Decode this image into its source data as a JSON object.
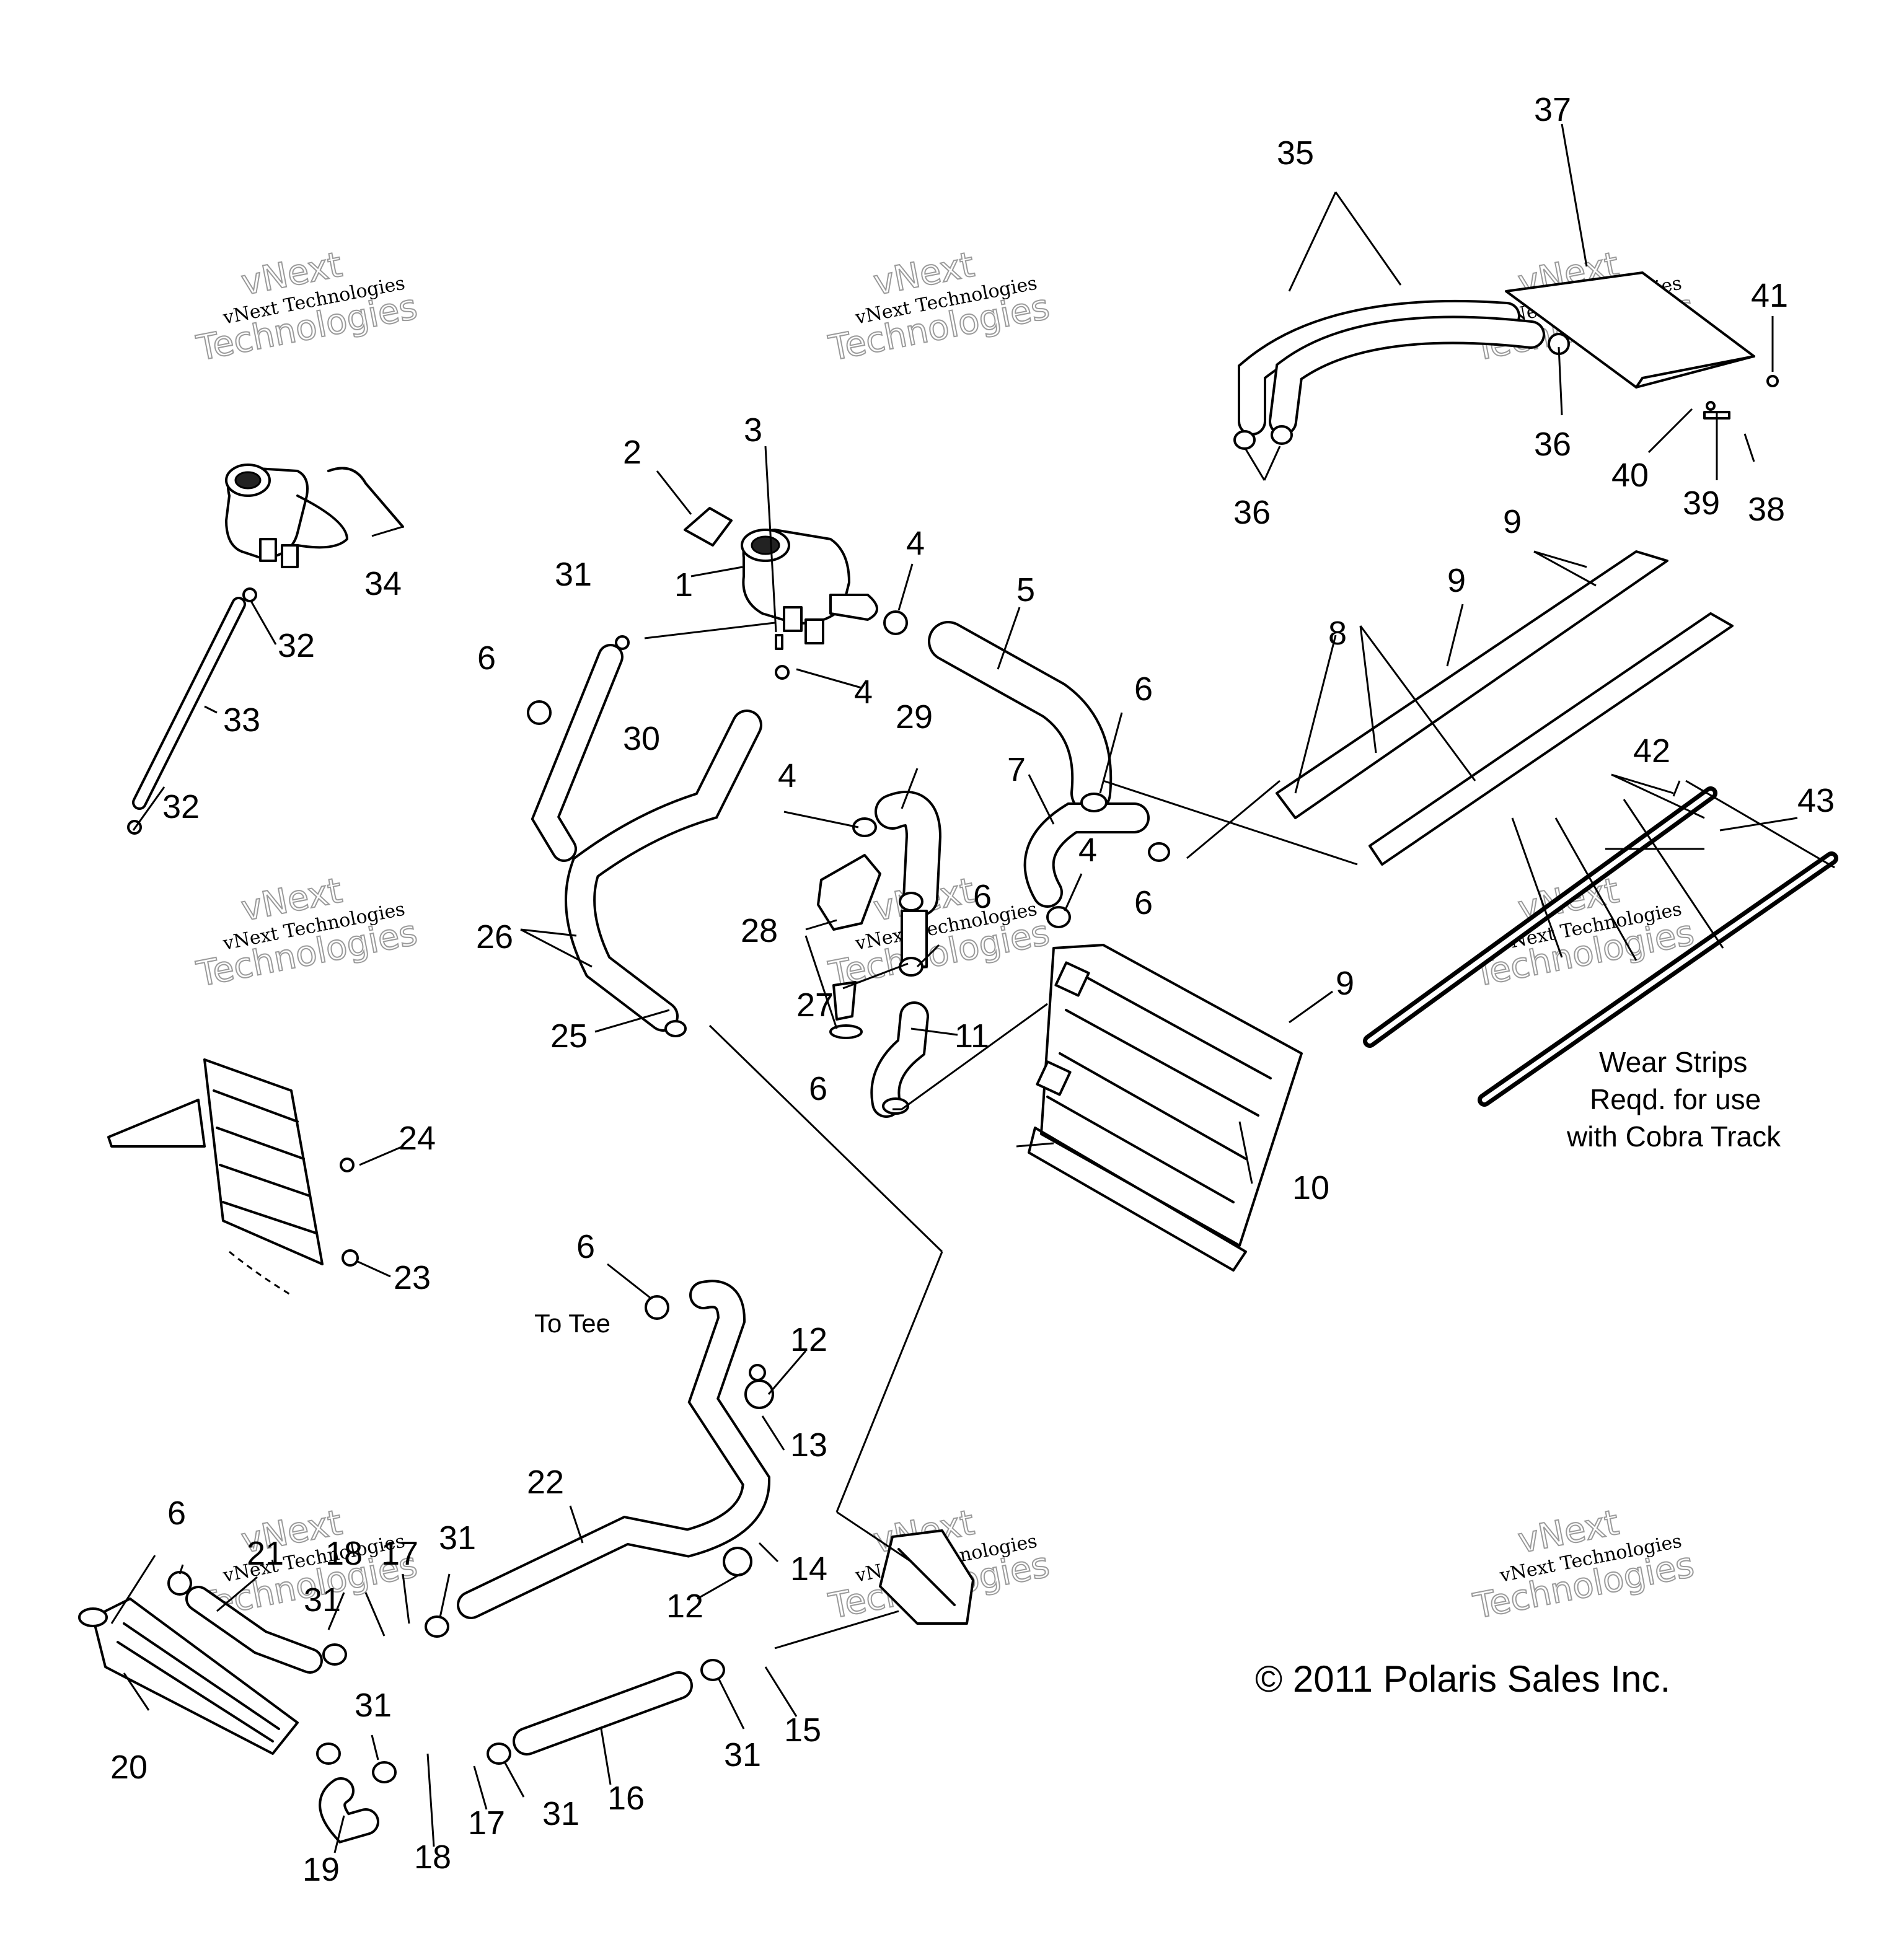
{
  "callouts": [
    {
      "id": "c1",
      "label": "1"
    },
    {
      "id": "c2",
      "label": "2"
    },
    {
      "id": "c3",
      "label": "3"
    },
    {
      "id": "c4a",
      "label": "4"
    },
    {
      "id": "c4b",
      "label": "4"
    },
    {
      "id": "c4c",
      "label": "4"
    },
    {
      "id": "c4d",
      "label": "4"
    },
    {
      "id": "c5",
      "label": "5"
    },
    {
      "id": "c6a",
      "label": "6"
    },
    {
      "id": "c6b",
      "label": "6"
    },
    {
      "id": "c6c",
      "label": "6"
    },
    {
      "id": "c6d",
      "label": "6"
    },
    {
      "id": "c6e",
      "label": "6"
    },
    {
      "id": "c6f",
      "label": "6"
    },
    {
      "id": "c6g",
      "label": "6"
    },
    {
      "id": "c7",
      "label": "7"
    },
    {
      "id": "c8",
      "label": "8"
    },
    {
      "id": "c9a",
      "label": "9"
    },
    {
      "id": "c9b",
      "label": "9"
    },
    {
      "id": "c9c",
      "label": "9"
    },
    {
      "id": "c10",
      "label": "10"
    },
    {
      "id": "c11",
      "label": "11"
    },
    {
      "id": "c12a",
      "label": "12"
    },
    {
      "id": "c12b",
      "label": "12"
    },
    {
      "id": "c13",
      "label": "13"
    },
    {
      "id": "c14",
      "label": "14"
    },
    {
      "id": "c15",
      "label": "15"
    },
    {
      "id": "c16",
      "label": "16"
    },
    {
      "id": "c17a",
      "label": "17"
    },
    {
      "id": "c17b",
      "label": "17"
    },
    {
      "id": "c18a",
      "label": "18"
    },
    {
      "id": "c18b",
      "label": "18"
    },
    {
      "id": "c19",
      "label": "19"
    },
    {
      "id": "c20",
      "label": "20"
    },
    {
      "id": "c21",
      "label": "21"
    },
    {
      "id": "c22",
      "label": "22"
    },
    {
      "id": "c23",
      "label": "23"
    },
    {
      "id": "c24",
      "label": "24"
    },
    {
      "id": "c25",
      "label": "25"
    },
    {
      "id": "c26",
      "label": "26"
    },
    {
      "id": "c27",
      "label": "27"
    },
    {
      "id": "c28",
      "label": "28"
    },
    {
      "id": "c29",
      "label": "29"
    },
    {
      "id": "c30",
      "label": "30"
    },
    {
      "id": "c31a",
      "label": "31"
    },
    {
      "id": "c31b",
      "label": "31"
    },
    {
      "id": "c31c",
      "label": "31"
    },
    {
      "id": "c31d",
      "label": "31"
    },
    {
      "id": "c31e",
      "label": "31"
    },
    {
      "id": "c31f",
      "label": "31"
    },
    {
      "id": "c32a",
      "label": "32"
    },
    {
      "id": "c32b",
      "label": "32"
    },
    {
      "id": "c33",
      "label": "33"
    },
    {
      "id": "c34",
      "label": "34"
    },
    {
      "id": "c35",
      "label": "35"
    },
    {
      "id": "c36a",
      "label": "36"
    },
    {
      "id": "c36b",
      "label": "36"
    },
    {
      "id": "c37",
      "label": "37"
    },
    {
      "id": "c38",
      "label": "38"
    },
    {
      "id": "c39",
      "label": "39"
    },
    {
      "id": "c40",
      "label": "40"
    },
    {
      "id": "c41",
      "label": "41"
    },
    {
      "id": "c42",
      "label": "42"
    },
    {
      "id": "c43",
      "label": "43"
    }
  ],
  "notes": {
    "wear_strips_line1": "Wear Strips",
    "wear_strips_line2": "Reqd. for use",
    "wear_strips_line3": "with Cobra Track",
    "to_tee": "To Tee",
    "copyright": "© 2011 Polaris Sales Inc."
  },
  "watermark": {
    "small": "vNext Technologies",
    "big_line1": "vNext",
    "big_line2": "Technologies"
  }
}
